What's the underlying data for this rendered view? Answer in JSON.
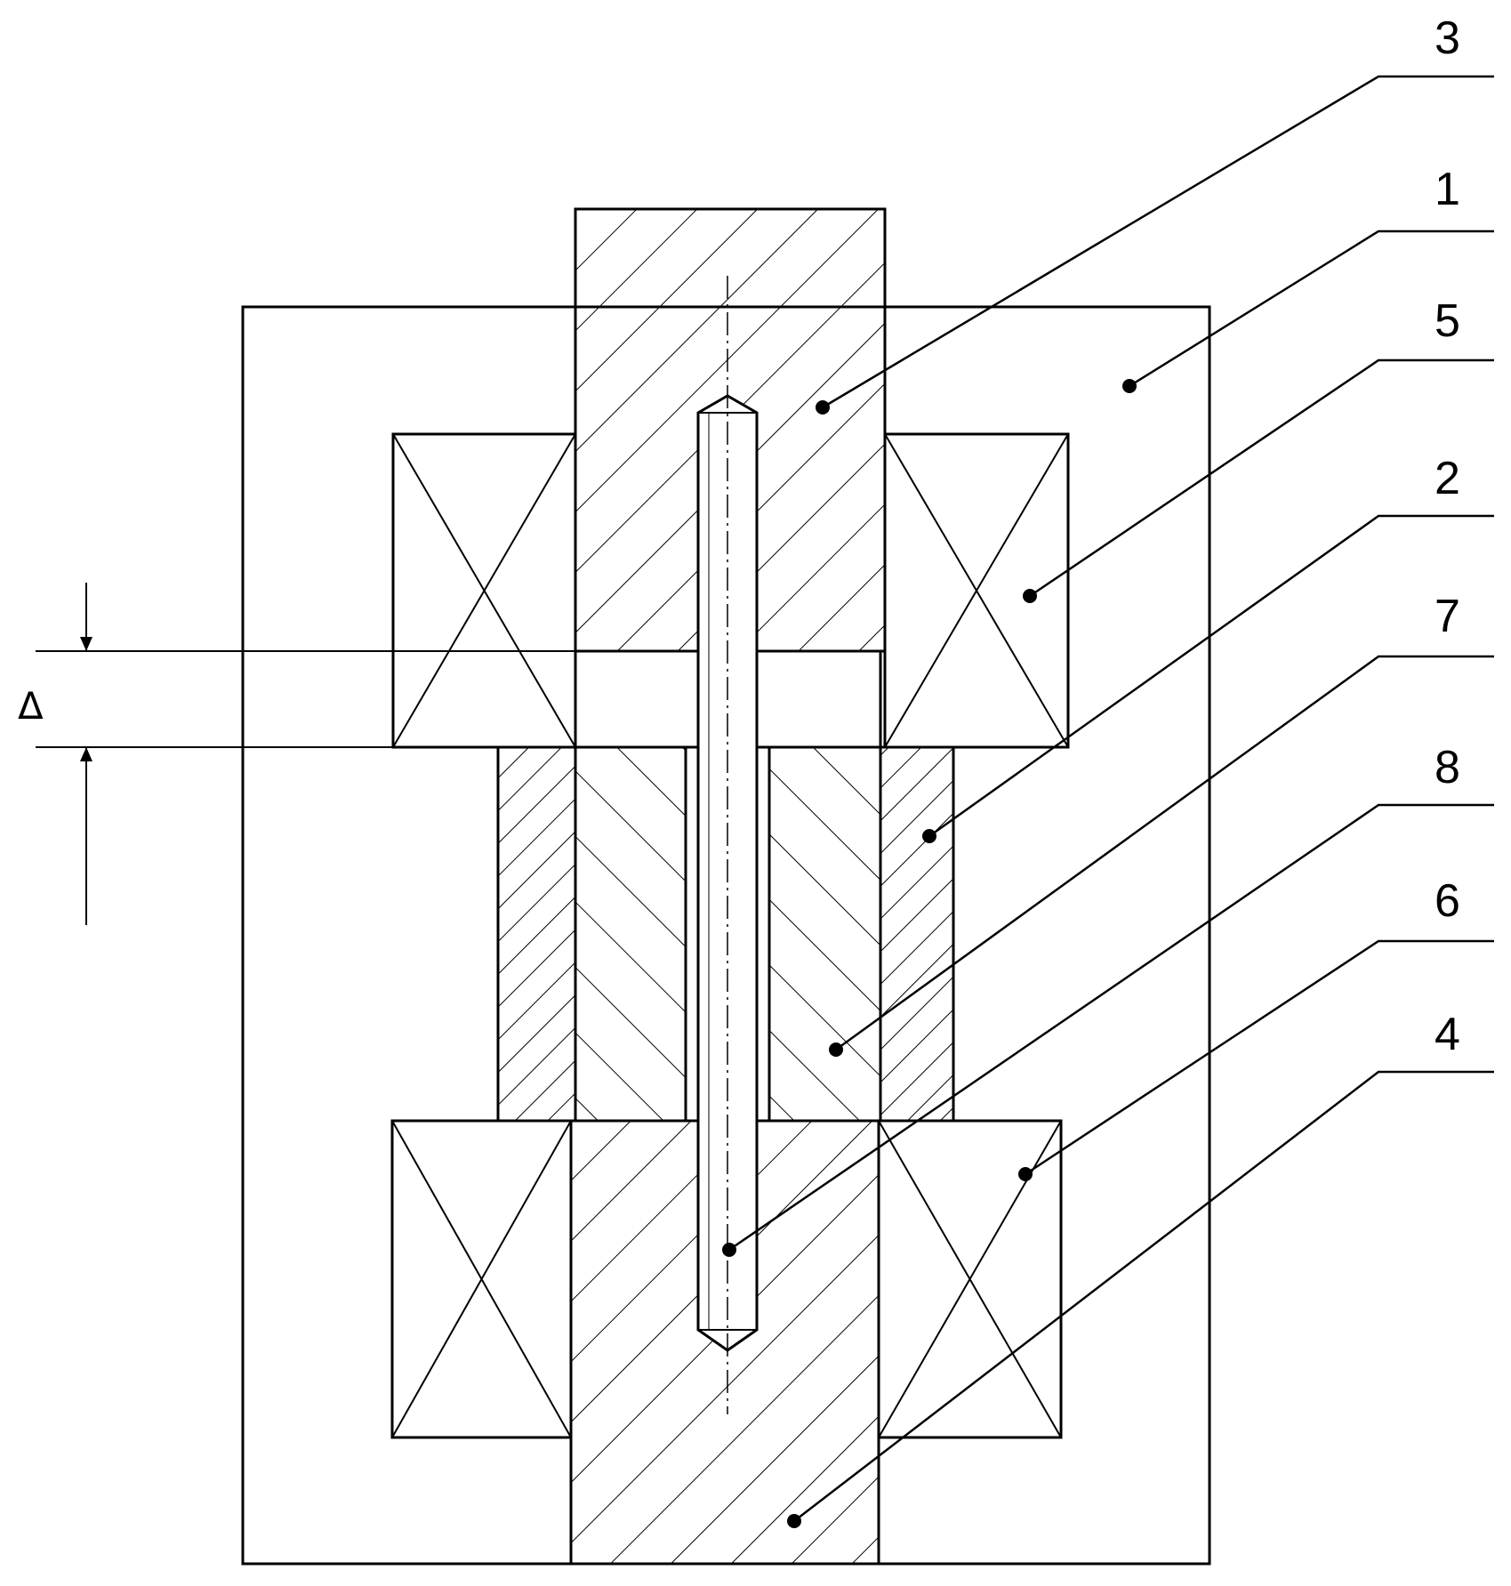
{
  "diagram": {
    "callouts": [
      {
        "id": "3",
        "text": "3"
      },
      {
        "id": "1",
        "text": "1"
      },
      {
        "id": "5",
        "text": "5"
      },
      {
        "id": "2",
        "text": "2"
      },
      {
        "id": "7",
        "text": "7"
      },
      {
        "id": "8",
        "text": "8"
      },
      {
        "id": "6",
        "text": "6"
      },
      {
        "id": "4",
        "text": "4"
      }
    ],
    "gap_symbol": "Δ"
  }
}
